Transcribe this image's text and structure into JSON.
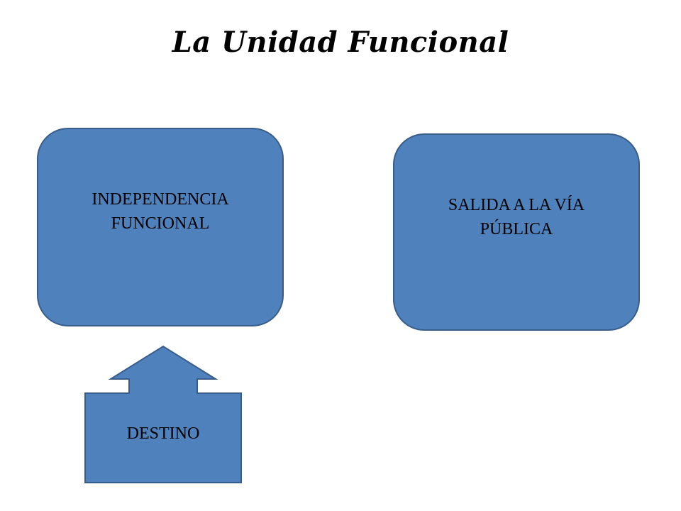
{
  "slide": {
    "title": "La Unidad Funcional"
  },
  "boxes": {
    "independencia": {
      "line1": "INDEPENDENCIA",
      "line2": "FUNCIONAL"
    },
    "salida": {
      "line1": "SALIDA A LA VÍA",
      "line2": "PÚBLICA"
    }
  },
  "callout": {
    "label": "DESTINO"
  },
  "colors": {
    "box_fill": "#4f81bd",
    "box_border": "#385d8a",
    "text": "#000000",
    "background": "#ffffff"
  }
}
